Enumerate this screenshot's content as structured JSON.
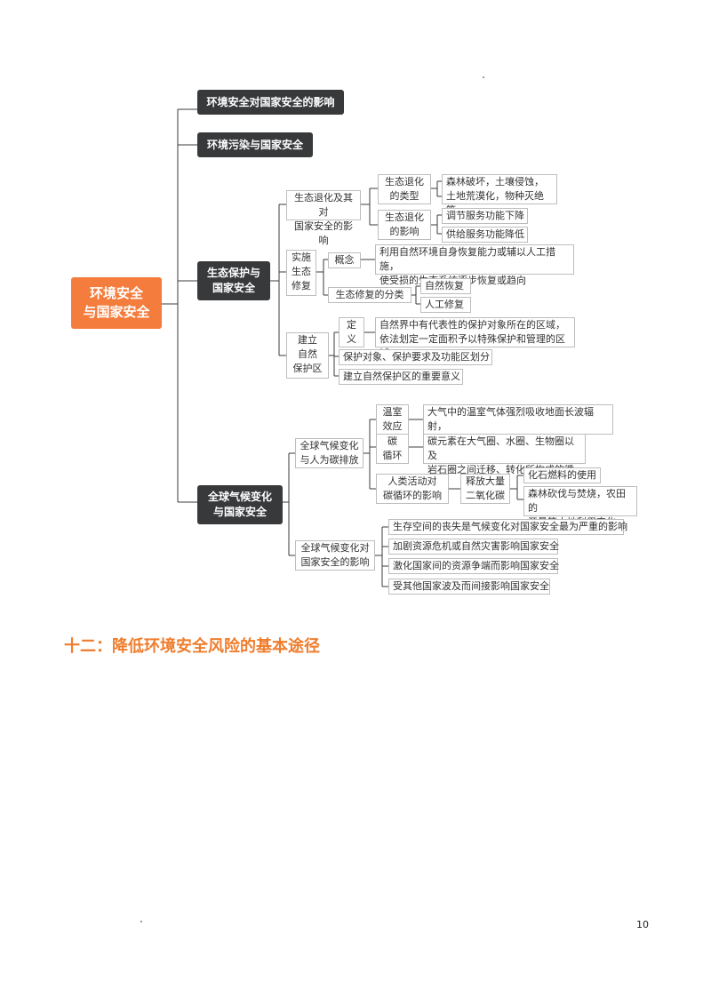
{
  "mindmap": {
    "root": "环境安全\n与国家安全",
    "level1": {
      "impact": "环境安全对国家安全的影响",
      "pollution": "环境污染与国家安全",
      "eco": "生态保护与\n国家安全",
      "climate": "全球气候变化\n与国家安全"
    },
    "eco": {
      "degradation": {
        "label": "生态退化及其对\n国家安全的影响",
        "types_label": "生态退化\n的类型",
        "types_text": "森林破坏，土壤侵蚀，\n土地荒漠化，物种灭绝等",
        "effects_label": "生态退化\n的影响",
        "effect1": "调节服务功能下降",
        "effect2": "供给服务功能降低"
      },
      "restoration": {
        "label": "实施\n生态\n修复",
        "concept_label": "概念",
        "concept_text": "利用自然环境自身恢复能力或辅以人工措施，\n使受损的生态系统逐步恢复或趋向",
        "class_label": "生态修复的分类",
        "class1": "自然恢复",
        "class2": "人工修复"
      },
      "reserve": {
        "label": "建立\n自然\n保护区",
        "def_label": "定\n义",
        "def_text": "自然界中有代表性的保护对象所在的区域，\n依法划定一定面积予以特殊保护和管理的区域",
        "item1": "保护对象、保护要求及功能区划分",
        "item2": "建立自然保护区的重要意义"
      }
    },
    "climate": {
      "carbon": {
        "label": "全球气候变化\n与人为碳排放",
        "greenhouse_label": "温室\n效应",
        "greenhouse_text": "大气中的温室气体强烈吸收地面长波辐射，\n使地球接收的太阳能不会马上散失掉",
        "cycle_label": "碳\n循环",
        "cycle_text": "碳元素在大气圈、水圈、生物圈以及\n岩石圈之间迁移、转化所构成的循环",
        "human_label": "人类活动对\n碳循环的影响",
        "release_label": "释放大量\n二氧化碳",
        "release1": "化石燃料的使用",
        "release2": "森林砍伐与焚烧，农田的\n开垦等土地利用变化"
      },
      "security": {
        "label": "全球气候变化对\n国家安全的影响",
        "item1": "生存空间的丧失是气候变化对国家安全最为严重的影响",
        "item2": "加剧资源危机或自然灾害影响国家安全",
        "item3": "激化国家间的资源争端而影响国家安全",
        "item4": "受其他国家波及而间接影响国家安全"
      }
    }
  },
  "section_heading": "十二：降低环境安全风险的基本途径",
  "page_number": "10"
}
